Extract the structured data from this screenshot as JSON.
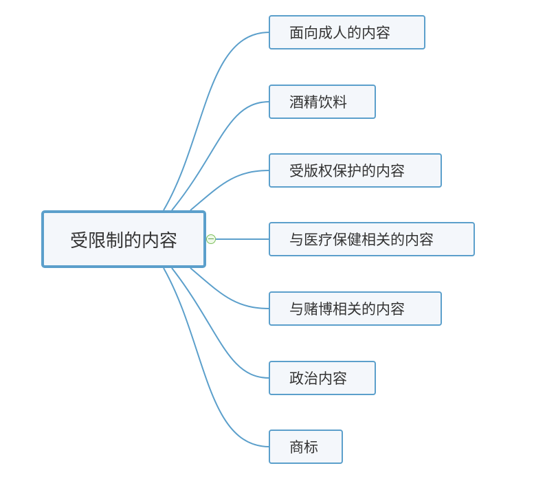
{
  "root": {
    "label": "受限制的内容"
  },
  "children": [
    {
      "label": "面向成人的内容"
    },
    {
      "label": "酒精饮料"
    },
    {
      "label": "受版权保护的内容"
    },
    {
      "label": "与医疗保健相关的内容"
    },
    {
      "label": "与赌博相关的内容"
    },
    {
      "label": "政治内容"
    },
    {
      "label": "商标"
    }
  ],
  "colors": {
    "accent": "#5b9fcb",
    "node_fill": "#f4f7fb",
    "text": "#333333",
    "toggle": "#7bbf5a"
  },
  "toggle_icon": "collapse-minus-icon"
}
